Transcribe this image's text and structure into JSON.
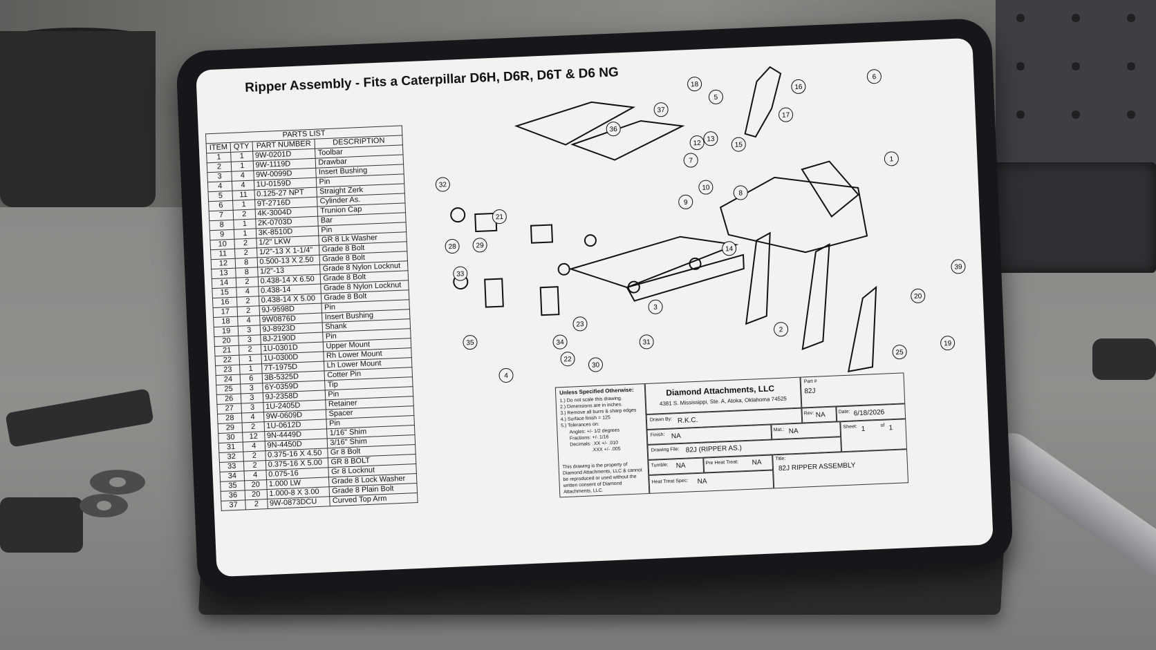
{
  "drawing_title": "Ripper Assembly - Fits a Caterpillar D6H, D6R, D6T & D6 NG",
  "parts_list": {
    "caption": "PARTS LIST",
    "headers": [
      "ITEM",
      "QTY",
      "PART NUMBER",
      "DESCRIPTION"
    ],
    "rows": [
      [
        "1",
        "1",
        "9W-0201D",
        "Toolbar"
      ],
      [
        "2",
        "1",
        "9W-1119D",
        "Drawbar"
      ],
      [
        "3",
        "4",
        "9W-0099D",
        "Insert Bushing"
      ],
      [
        "4",
        "4",
        "1U-0159D",
        "Pin"
      ],
      [
        "5",
        "11",
        "0.125-27 NPT",
        "Straight Zerk"
      ],
      [
        "6",
        "1",
        "9T-2716D",
        "Cylinder As."
      ],
      [
        "7",
        "2",
        "4K-3004D",
        "Trunion Cap"
      ],
      [
        "8",
        "1",
        "2K-0703D",
        "Bar"
      ],
      [
        "9",
        "1",
        "3K-8510D",
        "Pin"
      ],
      [
        "10",
        "2",
        "1/2\" LKW",
        "GR 8 Lk Washer"
      ],
      [
        "11",
        "2",
        "1/2\"-13 X 1-1/4\"",
        "Grade 8 Bolt"
      ],
      [
        "12",
        "8",
        "0.500-13 X 2.50",
        "Grade 8 Bolt"
      ],
      [
        "13",
        "8",
        "1/2\"-13",
        "Grade 8 Nylon Locknut"
      ],
      [
        "14",
        "2",
        "0.438-14 X 6.50",
        "Grade 8 Bolt"
      ],
      [
        "15",
        "4",
        "0.438-14",
        "Grade 8 Nylon Locknut"
      ],
      [
        "16",
        "2",
        "0.438-14 X 5.00",
        "Grade 8 Bolt"
      ],
      [
        "17",
        "2",
        "9J-9598D",
        "Pin"
      ],
      [
        "18",
        "4",
        "9W0876D",
        "Insert Bushing"
      ],
      [
        "19",
        "3",
        "9J-8923D",
        "Shank"
      ],
      [
        "20",
        "3",
        "8J-2190D",
        "Pin"
      ],
      [
        "21",
        "2",
        "1U-0301D",
        "Upper Mount"
      ],
      [
        "22",
        "1",
        "1U-0300D",
        "Rh Lower Mount"
      ],
      [
        "23",
        "1",
        "7T-1975D",
        "Lh Lower Mount"
      ],
      [
        "24",
        "6",
        "3B-5325D",
        "Cotter Pin"
      ],
      [
        "25",
        "3",
        "6Y-0359D",
        "Tip"
      ],
      [
        "26",
        "3",
        "9J-2358D",
        "Pin"
      ],
      [
        "27",
        "3",
        "1U-2405D",
        "Retainer"
      ],
      [
        "28",
        "4",
        "9W-0609D",
        "Spacer"
      ],
      [
        "29",
        "2",
        "1U-0612D",
        "Pin"
      ],
      [
        "30",
        "12",
        "9N-4449D",
        "1/16\" Shim"
      ],
      [
        "31",
        "4",
        "9N-4450D",
        "3/16\" Shim"
      ],
      [
        "32",
        "2",
        "0.375-16 X 4.50",
        "Gr 8 Bolt"
      ],
      [
        "33",
        "2",
        "0.375-16 X 5.00",
        "GR 8 BOLT"
      ],
      [
        "34",
        "4",
        "0.075-16",
        "Gr 8 Locknut"
      ],
      [
        "35",
        "20",
        "1.000 LW",
        "Grade 8 Lock Washer"
      ],
      [
        "36",
        "20",
        "1.000-8 X 3.00",
        "Grade 8 Plain Bolt"
      ],
      [
        "37",
        "2",
        "9W-0873DCU",
        "Curved Top Arm"
      ]
    ]
  },
  "balloons": [
    "1",
    "2",
    "3",
    "4",
    "5",
    "6",
    "7",
    "8",
    "9",
    "10",
    "12",
    "13",
    "14",
    "15",
    "16",
    "17",
    "18",
    "19",
    "20",
    "21",
    "22",
    "23",
    "25",
    "28",
    "29",
    "30",
    "31",
    "32",
    "33",
    "34",
    "35",
    "36",
    "37",
    "39"
  ],
  "title_block": {
    "notes_title": "Unless Specified Otherwise:",
    "notes": [
      "1.) Do not scale this drawing.",
      "2.) Dimensions are in inches.",
      "3.) Remove all burrs & sharp edges",
      "4.) Surface finish = 125",
      "5.) Tolerances on:"
    ],
    "tolerances": [
      "Angles: +/- 1/2 degrees",
      "Fractions: +/- 1/16",
      "Decimals: .XX +/- .010",
      "                .XXX +/- .005"
    ],
    "property_note": "This drawing is the property of Diamond Attachments, LLC & cannot be reproduced or used without the written consent of Diamond Attachments, LLC.",
    "company": "Diamond Attachments, LLC",
    "address": "4381 S. Mississippi, Ste. A, Atoka, Oklahoma 74525",
    "part_label": "Part #",
    "part_value": "82J",
    "drawn_by_label": "Drawn By:",
    "drawn_by_value": "R.K.C.",
    "rev_label": "Rev:",
    "rev_value": "NA",
    "date_label": "Date:",
    "date_value": "6/18/2026",
    "finish_label": "Finish:",
    "finish_value": "NA",
    "mat_label": "Mat.:",
    "mat_value": "NA",
    "sheet_label": "Sheet:",
    "sheet_value": "1",
    "of_label": "of",
    "of_value": "1",
    "drawing_file_label": "Drawing File:",
    "drawing_file_value": "82J (RIPPER AS.)",
    "tumble_label": "Tumble:",
    "tumble_value": "NA",
    "preheat_label": "Pre Heat Treat:",
    "preheat_value": "NA",
    "title_label": "Title:",
    "title_value": "82J RIPPER ASSEMBLY",
    "heat_treat_label": "Heat Treat Spec:",
    "heat_treat_value": "NA"
  }
}
